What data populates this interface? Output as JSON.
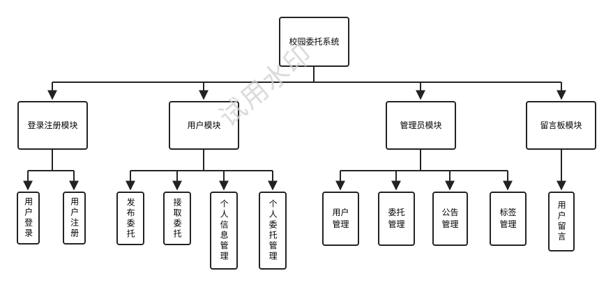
{
  "root": "校园委托系统",
  "modules": [
    {
      "label": "登录注册模块",
      "children": [
        "用户登录",
        "用户注册"
      ]
    },
    {
      "label": "用户模块",
      "children": [
        "发布委托",
        "接取委托",
        "个人信息管理",
        "个人委托管理"
      ]
    },
    {
      "label": "管理员模块",
      "children": [
        "用户管理",
        "委托管理",
        "公告管理",
        "标签管理"
      ]
    },
    {
      "label": "留言板模块",
      "children": [
        "用户留言"
      ]
    }
  ],
  "watermark": "试用水印"
}
